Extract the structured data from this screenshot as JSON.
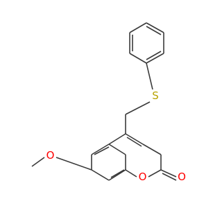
{
  "molecule": {
    "atoms": {
      "sulfur": "S",
      "ring_oxygen": "O",
      "carbonyl_oxygen": "O",
      "methoxy_oxygen": "O"
    },
    "colors": {
      "bond": "#3a3a3a",
      "sulfur": "#b8a300",
      "oxygen": "#ff0000"
    }
  }
}
